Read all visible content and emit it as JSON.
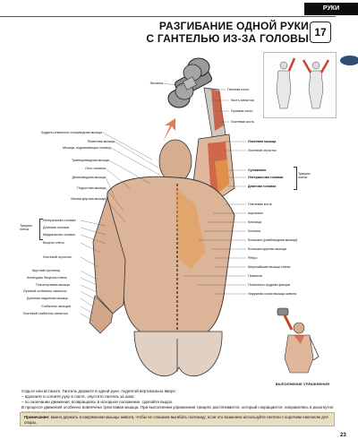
{
  "header": {
    "section": "РУКИ",
    "title_line1": "РАЗГИБАНИЕ ОДНОЙ РУКИ",
    "title_line2": "С ГАНТЕЛЬЮ ИЗ-ЗА ГОЛОВЫ",
    "exercise_number": "17"
  },
  "labels_left": [
    "Фаланга",
    "Грудино-ключично-сосцевидная мышца",
    "Ременная мышца",
    "Мышца, поднимающая лопатку",
    "Трапециевидная мышца",
    "Ость лопатки",
    "Дельтовидная мышца",
    "Подостная мышца",
    "Малая круглая мышца",
    "Латеральная головка",
    "Длинная головка",
    "Медиальная головка",
    "Бицепс плеча",
    "Локтевой отросток",
    "Крутлый пронатор",
    "Аппендикс бицепса плеча",
    "Плечелучевая мышца",
    "Лучевой сгибатель запястья",
    "Длинная ладонная мышца",
    "Сгибатель пальцев",
    "Локтевой сгибатель запястья"
  ],
  "triceps_left": "Трицепс плеча",
  "labels_right": [
    "Пястная кость",
    "Кость запястья",
    "Лучевая кость",
    "Локтевая кость",
    "Локтевая мышца",
    "Локтевой отросток",
    "Сухожилие",
    "Латеральная головка",
    "Длинная головка",
    "Плечевая кость",
    "Акромион",
    "Ключица",
    "Лопатка",
    "Большая (ромбовидная мышца)",
    "Большая круглая мышца",
    "Ребро",
    "Широчайшая мышца спины",
    "Позвонок",
    "Пояснично-грудная фасция",
    "Наружная косая мышца живота"
  ],
  "triceps_right": "Трицепс плеча",
  "inset_caption": "ВЫПОЛНЕНИЕ УПРАЖНЕНИЯ",
  "description": [
    "Сядьте или встаньте. Гантель держите в одной руке, поднятой вертикально вверх:",
    "– вдохните и согните руку в локте, опустите гантель за шею;",
    "– по окончании движения, возвращаясь в исходное положение, сделайте выдох.",
    "В процессе движения особенно вовлечена трехглавая мышца. При выполнении упражнения трицепс растягивается, который сокращается, направляясь в разогнутое вертикальное положение руки."
  ],
  "note_label": "Примечание:",
  "note_text": "важно держать в напряжении мышцы живота, чтобы не слишком выгибать поясницу; если это возможно используйте гантели с коротким наклоном для опоры.",
  "page_number": "23",
  "colors": {
    "accent_oval": "#2f4f74",
    "note_bg": "#e7dfc2",
    "muscle_red": "#c8442a",
    "muscle_orange": "#e59b4a",
    "arrow": "#e97a4e"
  }
}
